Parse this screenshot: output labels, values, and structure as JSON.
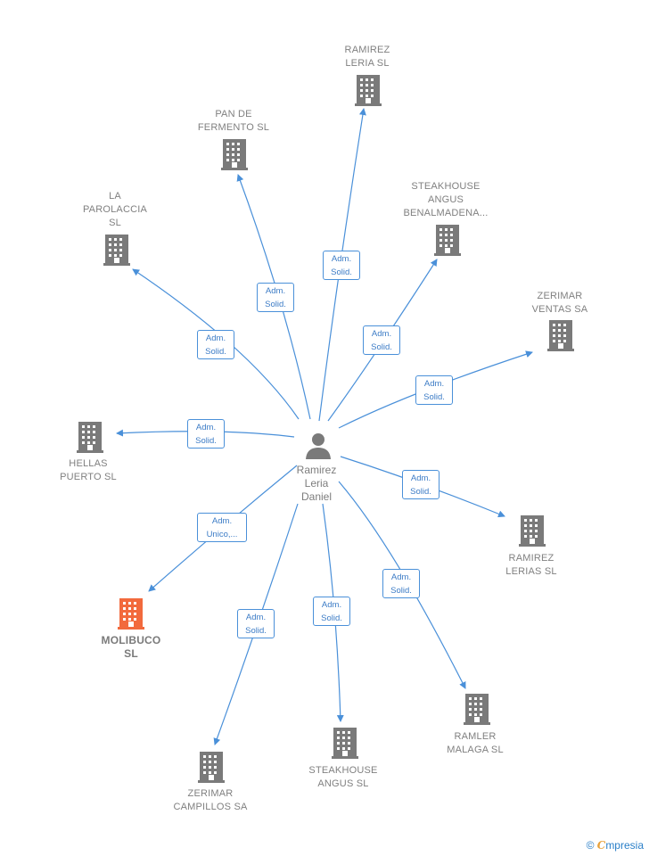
{
  "center": {
    "name": "Ramirez\nLeria\nDaniel"
  },
  "colors": {
    "edge": "#4a90d9",
    "building": "#7a7a7a",
    "highlight": "#f26a3d"
  },
  "companies": [
    {
      "id": "ramirez-leria",
      "label": "RAMIREZ\nLERIA  SL"
    },
    {
      "id": "pan-de-fermento",
      "label": "PAN DE\nFERMENTO  SL"
    },
    {
      "id": "la-parolaccia",
      "label": "LA\nPAROLACCIA\nSL"
    },
    {
      "id": "steakhouse-benalmadena",
      "label": "STEAKHOUSE\nANGUS\nBENALMADENA..."
    },
    {
      "id": "zerimar-ventas",
      "label": "ZERIMAR\nVENTAS SA"
    },
    {
      "id": "hellas-puerto",
      "label": "HELLAS\nPUERTO SL"
    },
    {
      "id": "ramirez-lerias",
      "label": "RAMIREZ\nLERIAS SL"
    },
    {
      "id": "molibuco",
      "label": "MOLIBUCO\nSL"
    },
    {
      "id": "ramler-malaga",
      "label": "RAMLER\nMALAGA  SL"
    },
    {
      "id": "steakhouse-angus",
      "label": "STEAKHOUSE\nANGUS  SL"
    },
    {
      "id": "zerimar-campillos",
      "label": "ZERIMAR\nCAMPILLOS SA"
    }
  ],
  "edges": [
    {
      "to": "ramirez-leria",
      "label": "Adm.\nSolid."
    },
    {
      "to": "pan-de-fermento",
      "label": "Adm.\nSolid."
    },
    {
      "to": "la-parolaccia",
      "label": "Adm.\nSolid."
    },
    {
      "to": "steakhouse-benalmadena",
      "label": "Adm.\nSolid."
    },
    {
      "to": "zerimar-ventas",
      "label": "Adm.\nSolid."
    },
    {
      "to": "hellas-puerto",
      "label": "Adm.\nSolid."
    },
    {
      "to": "ramirez-lerias",
      "label": "Adm.\nSolid."
    },
    {
      "to": "molibuco",
      "label": "Adm.\nUnico,..."
    },
    {
      "to": "ramler-malaga",
      "label": "Adm.\nSolid."
    },
    {
      "to": "steakhouse-angus",
      "label": "Adm.\nSolid."
    },
    {
      "to": "zerimar-campillos",
      "label": "Adm.\nSolid."
    }
  ],
  "footer": {
    "copyright": "©",
    "brand_first": "C",
    "brand_rest": "mpresia"
  }
}
